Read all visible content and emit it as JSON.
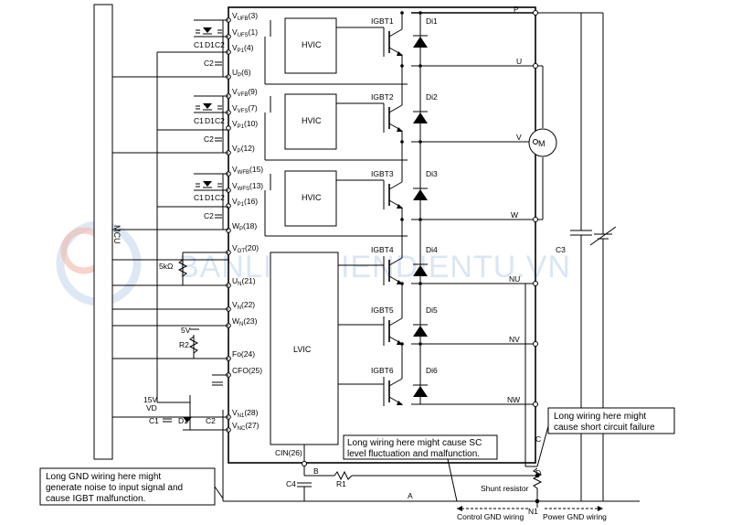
{
  "watermark": "BANLINHKIENDIENTU.VN",
  "mcu_label": "MCU",
  "hvic_label": "HVIC",
  "lvic_label": "LVIC",
  "motor_label": "M",
  "hv_pins": [
    {
      "bs": "VUFB(3)",
      "bs_sub": "UFB",
      "bs_main": "V",
      "bs_pin": "(3)",
      "fs_main": "V",
      "fs_sub": "UFS",
      "fs_pin": "(1)",
      "p_main": "V",
      "p_sub": "P1",
      "p_pin": "(4)",
      "in_main": "U",
      "in_sub": "P",
      "in_pin": "(6)"
    },
    {
      "bs_main": "V",
      "bs_sub": "VFB",
      "bs_pin": "(9)",
      "fs_main": "V",
      "fs_sub": "VFS",
      "fs_pin": "(7)",
      "p_main": "V",
      "p_sub": "P1",
      "p_pin": "(10)",
      "in_main": "V",
      "in_sub": "P",
      "in_pin": "(12)"
    },
    {
      "bs_main": "V",
      "bs_sub": "WFB",
      "bs_pin": "(15)",
      "fs_main": "V",
      "fs_sub": "WFS",
      "fs_pin": "(13)",
      "p_main": "V",
      "p_sub": "P1",
      "p_pin": "(16)",
      "in_main": "W",
      "in_sub": "P",
      "in_pin": "(18)"
    }
  ],
  "lv_pins": [
    {
      "main": "V",
      "sub": "OT",
      "pin": "(20)"
    },
    {
      "main": "U",
      "sub": "N",
      "pin": "(21)"
    },
    {
      "main": "V",
      "sub": "N",
      "pin": "(22)"
    },
    {
      "main": "W",
      "sub": "N",
      "pin": "(23)"
    },
    {
      "main": "Fo",
      "sub": "",
      "pin": "(24)"
    },
    {
      "main": "CFO",
      "sub": "",
      "pin": "(25)"
    },
    {
      "main": "V",
      "sub": "N1",
      "pin": "(28)"
    },
    {
      "main": "V",
      "sub": "NC",
      "pin": "(27)"
    }
  ],
  "cin_pin": "CIN(26)",
  "igbts": [
    "IGBT1",
    "IGBT2",
    "IGBT3",
    "IGBT4",
    "IGBT5",
    "IGBT6"
  ],
  "diodes": [
    "Di1",
    "Di2",
    "Di3",
    "Di4",
    "Di5",
    "Di6"
  ],
  "outputs": [
    "P",
    "U",
    "V",
    "W",
    "NU",
    "NV",
    "NW"
  ],
  "bootstrap_labels": [
    "C1",
    "D1",
    "C2"
  ],
  "c2_label": "C2",
  "res_5k": "5kΩ",
  "supply_5v": "5V",
  "r2_label": "R2",
  "supply_15v": "15V",
  "vd_label": "VD",
  "c1_label": "C1",
  "d1_label": "D1",
  "c3_label": "C3",
  "c4_label": "C4",
  "r1_label": "R1",
  "node_labels": {
    "a": "A",
    "b": "B",
    "c": "C",
    "d": "D",
    "n1": "N1"
  },
  "shunt_label": "Shunt resistor",
  "control_gnd": "Control GND wiring",
  "power_gnd": "Power GND wiring",
  "notes": {
    "gnd_line1": "Long GND wiring here might",
    "gnd_line2": "generate noise to input signal and",
    "gnd_line3": "cause IGBT malfunction.",
    "sc_line1": "Long wiring here might cause SC",
    "sc_line2": "level fluctuation and malfunction.",
    "short_line1": "Long wiring here might",
    "short_line2": "cause short circuit failure"
  }
}
